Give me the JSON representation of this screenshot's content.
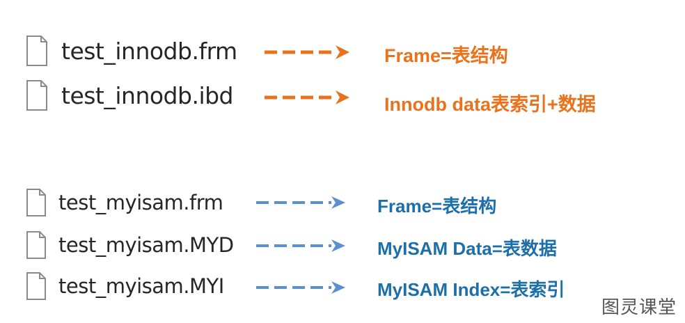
{
  "innodb_files": [
    {
      "name": "test_innodb.frm",
      "description": "Frame=表结构"
    },
    {
      "name": "test_innodb.ibd",
      "description": "Innodb data表索引+数据"
    }
  ],
  "myisam_files": [
    {
      "name": "test_myisam.frm",
      "description": "Frame=表结构"
    },
    {
      "name": "test_myisam.MYD",
      "description": "MyISAM Data=表数据"
    },
    {
      "name": "test_myisam.MYI",
      "description": "MyISAM Index=表索引"
    }
  ],
  "colors": {
    "innodb_accent": "#e8731c",
    "myisam_accent": "#1c6fa8",
    "myisam_arrow": "#5b8fd0",
    "file_text": "#262626"
  },
  "icons": {
    "file": "file-icon",
    "arrow": "dashed-arrow-icon"
  },
  "watermark": "图灵课堂"
}
